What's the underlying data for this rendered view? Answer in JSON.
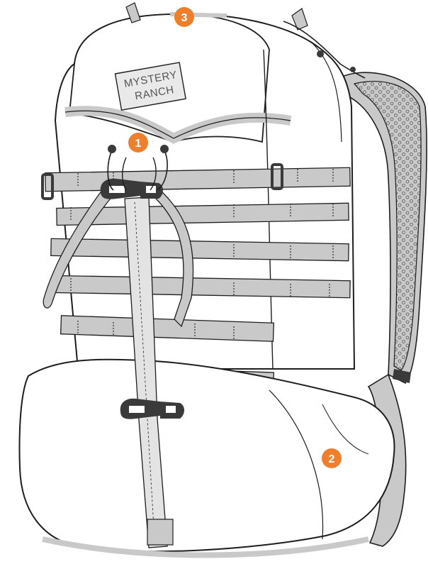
{
  "logo": {
    "line1": "MYSTERY",
    "line2": "RANCH"
  },
  "markers": [
    {
      "id": "marker-1",
      "label": "1"
    },
    {
      "id": "marker-2",
      "label": "2"
    },
    {
      "id": "marker-3",
      "label": "3"
    }
  ],
  "colors": {
    "marker": "#ee7f2d",
    "webbing": "#c9c9c9",
    "outline": "#1e1e1e",
    "hardware": "#3a3a3a",
    "mesh": "#ffffff"
  }
}
